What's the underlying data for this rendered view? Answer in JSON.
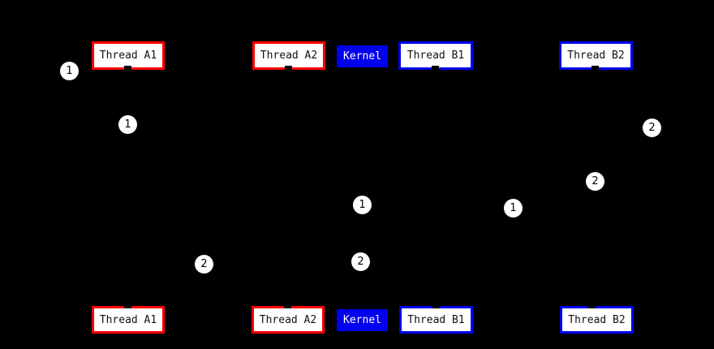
{
  "diagram": {
    "type": "sequence-diagram",
    "background": "#000000",
    "colors": {
      "red": "#ff0000",
      "blue": "#0000ee",
      "box_fill": "#ffffff",
      "box_text": "#111111",
      "kernel_fill": "#0000ee",
      "kernel_text": "#ffffff",
      "marker_fill": "#ffffff",
      "marker_text": "#000000"
    },
    "actors_top": [
      {
        "label": "Thread A1",
        "style": "red"
      },
      {
        "label": "Thread A2",
        "style": "red"
      },
      {
        "label": "Kernel",
        "style": "kernel"
      },
      {
        "label": "Thread B1",
        "style": "blue"
      },
      {
        "label": "Thread B2",
        "style": "blue"
      }
    ],
    "actors_bottom": [
      {
        "label": "Thread A1",
        "style": "red"
      },
      {
        "label": "Thread A2",
        "style": "red"
      },
      {
        "label": "Kernel",
        "style": "kernel"
      },
      {
        "label": "Thread B1",
        "style": "blue"
      },
      {
        "label": "Thread B2",
        "style": "blue"
      }
    ],
    "markers": [
      {
        "label": "1"
      },
      {
        "label": "1"
      },
      {
        "label": "2"
      },
      {
        "label": "2"
      },
      {
        "label": "1"
      },
      {
        "label": "1"
      },
      {
        "label": "2"
      },
      {
        "label": "2"
      }
    ]
  }
}
